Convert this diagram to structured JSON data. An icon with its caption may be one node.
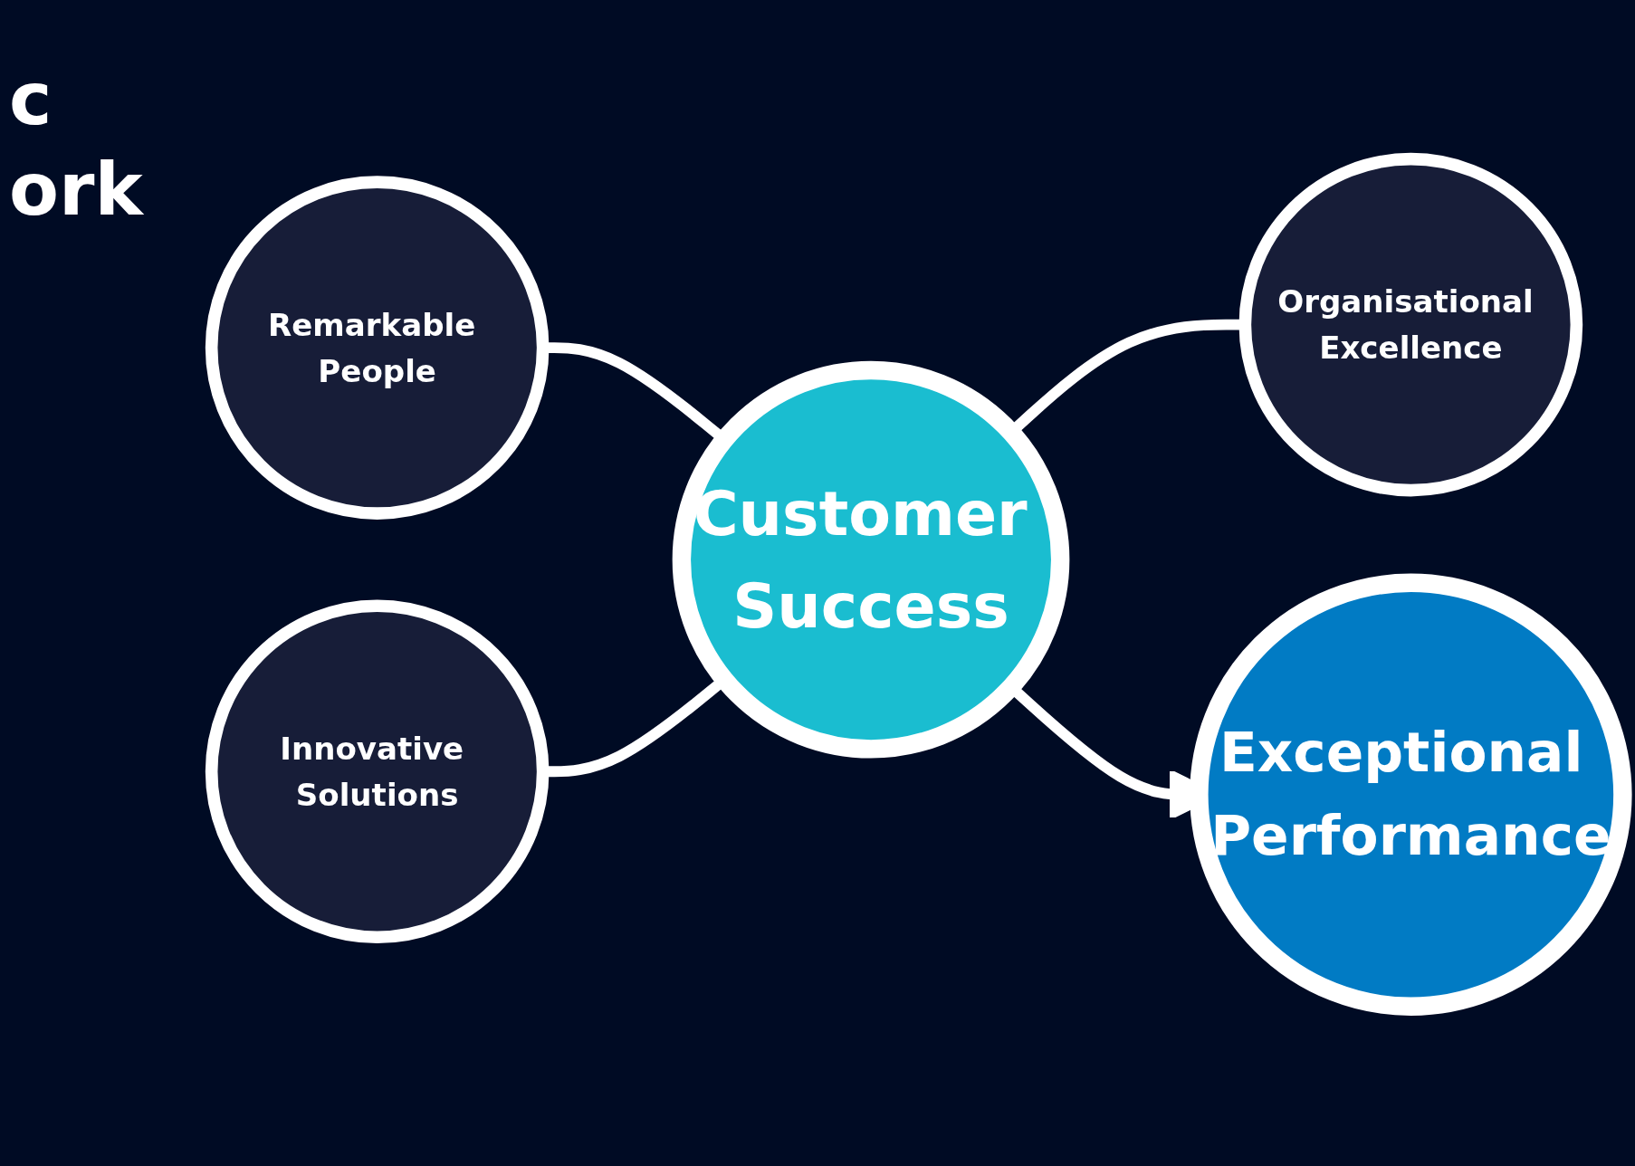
{
  "diagram": {
    "nodes": [
      {
        "text": [
          "Remarkable People"
        ]
      },
      {
        "text": [
          "Innovative Solutions"
        ]
      },
      {
        "text": [
          "Customer Success"
        ]
      },
      {
        "text": [
          "Exceptional Performance"
        ]
      },
      {
        "text": [
          "Organisational Excellence"
        ]
      }
    ],
    "edges": [
      {
        "from": 0,
        "to": 2,
        "arrow": "none"
      },
      {
        "from": 1,
        "to": 2,
        "arrow": "none"
      },
      {
        "from": 2,
        "to": 4,
        "arrow": "none"
      },
      {
        "from": 2,
        "to": 3,
        "arrow": "to"
      }
    ],
    "labels": [
      "c",
      "ork"
    ]
  }
}
